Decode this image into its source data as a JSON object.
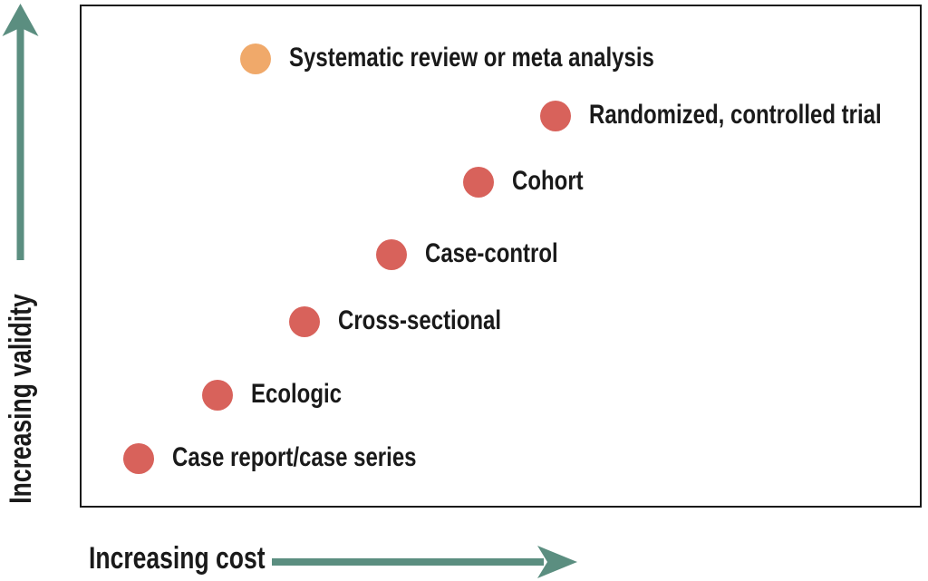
{
  "colors": {
    "text": "#1a1a1a",
    "box_border": "#1a1a1a",
    "arrow": "#5b8e80",
    "dot_default": "#d8625b",
    "dot_highlight": "#f0a96a",
    "background": "#ffffff"
  },
  "chart_data": {
    "type": "scatter",
    "title": "",
    "xlabel": "Increasing cost",
    "ylabel": "Increasing validity",
    "x_axis_type": "qualitative-arrow",
    "y_axis_type": "qualitative-arrow",
    "grid": false,
    "legend": false,
    "x_range_norm": [
      0,
      1
    ],
    "y_range_norm": [
      0,
      1
    ],
    "points": [
      {
        "label": "Case report/case series",
        "x_norm": 0.07,
        "y_norm": 0.097,
        "color": "#d8625b",
        "highlight": false
      },
      {
        "label": "Ecologic",
        "x_norm": 0.164,
        "y_norm": 0.223,
        "color": "#d8625b",
        "highlight": false
      },
      {
        "label": "Cross-sectional",
        "x_norm": 0.267,
        "y_norm": 0.369,
        "color": "#d8625b",
        "highlight": false
      },
      {
        "label": "Case-control",
        "x_norm": 0.37,
        "y_norm": 0.503,
        "color": "#d8625b",
        "highlight": false
      },
      {
        "label": "Cohort",
        "x_norm": 0.474,
        "y_norm": 0.647,
        "color": "#d8625b",
        "highlight": false
      },
      {
        "label": "Randomized, controlled trial",
        "x_norm": 0.565,
        "y_norm": 0.778,
        "color": "#d8625b",
        "highlight": false
      },
      {
        "label": "Systematic review or meta analysis",
        "x_norm": 0.209,
        "y_norm": 0.892,
        "color": "#f0a96a",
        "highlight": true
      }
    ]
  }
}
